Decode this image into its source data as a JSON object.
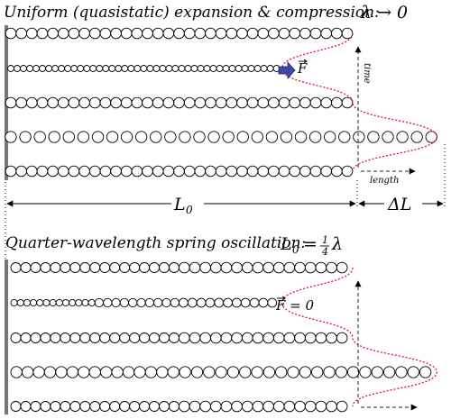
{
  "top_panel": {
    "title": "Uniform (quasistatic) expansion & compression:",
    "title_math": "λ → 0",
    "force_label": "F",
    "time_label": "time",
    "length_label": "length",
    "dim_L0": "L",
    "dim_L0_sub": "0",
    "dim_dL": "ΔL",
    "rows": [
      {
        "beads": 33,
        "extent": 1.0
      },
      {
        "beads": 43,
        "extent": 0.79
      },
      {
        "beads": 33,
        "extent": 1.0
      },
      {
        "beads": 30,
        "extent": 1.25
      },
      {
        "beads": 33,
        "extent": 1.0
      }
    ]
  },
  "bottom_panel": {
    "title": "Quarter-wavelength spring oscillation:",
    "title_math_left": "L",
    "title_math_sub": "0",
    "title_math_eq": "=",
    "title_math_num": "1",
    "title_math_den": "4",
    "title_math_right": "λ",
    "force_label": "F = 0",
    "rows": [
      {
        "segments": [
          {
            "to": 0.5,
            "beads": 17
          },
          {
            "to": 1.0,
            "beads": 16
          }
        ]
      },
      {
        "segments": [
          {
            "to": 0.25,
            "beads": 13
          },
          {
            "to": 0.5,
            "beads": 10
          },
          {
            "to": 0.79,
            "beads": 11
          }
        ]
      },
      {
        "segments": [
          {
            "to": 0.5,
            "beads": 17
          },
          {
            "to": 1.0,
            "beads": 16
          }
        ]
      },
      {
        "segments": [
          {
            "to": 0.5,
            "beads": 15
          },
          {
            "to": 1.0,
            "beads": 14
          },
          {
            "to": 1.25,
            "beads": 7
          }
        ]
      },
      {
        "segments": [
          {
            "to": 0.5,
            "beads": 17
          },
          {
            "to": 1.0,
            "beads": 16
          }
        ]
      }
    ]
  }
}
